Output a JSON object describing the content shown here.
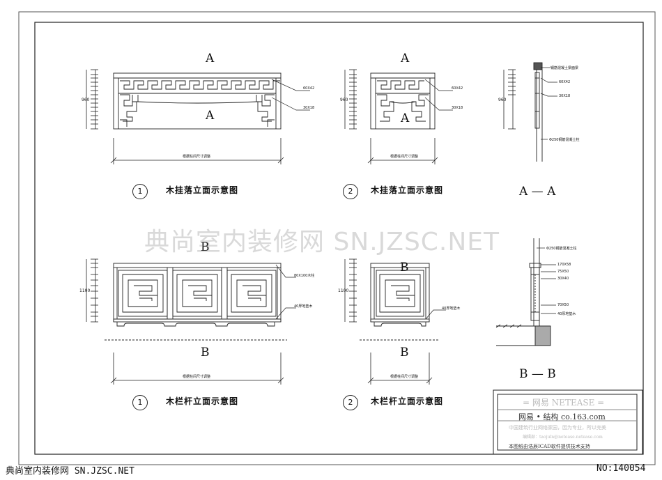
{
  "sections": {
    "A_top": "A",
    "A_bottom": "A",
    "A_top_2": "A",
    "A_bottom_2": "A",
    "B_top": "B",
    "B_bottom": "B",
    "B_top_2": "B",
    "B_bottom_2": "B",
    "AA_label": "A — A",
    "BB_label": "B — B"
  },
  "drawings": [
    {
      "num": "1",
      "title": "木挂落立面示意图"
    },
    {
      "num": "2",
      "title": "木挂落立面示意图"
    },
    {
      "num": "1",
      "title": "木栏杆立面示意图"
    },
    {
      "num": "2",
      "title": "木栏杆立面示意图"
    }
  ],
  "dimension_note": "根据柱间尺寸调整",
  "callouts": {
    "hanging1": [
      "60X42",
      "30X18"
    ],
    "hanging2": [
      "60X42",
      "30X18"
    ],
    "railing1": [
      "80X100木柱",
      "40厚地垫木"
    ],
    "railing2": [
      "40厚地垫木"
    ],
    "section_aa": [
      "钢筋混凝土梁面梁",
      "60X42",
      "30X18",
      "Φ250钢筋混凝土柱"
    ],
    "section_bb": [
      "Φ250钢筋混凝土柱",
      "170X58",
      "75X50",
      "30X40",
      "70X50",
      "40厚地垫木"
    ]
  },
  "dims": {
    "hanging_height": "960",
    "railing_height": "1100"
  },
  "title_block": {
    "brand": "= 网易  NETEASE =",
    "line2": "网易 • 结构    co.163.com",
    "line3": "中国建筑行业网络家园，因为专业，所以完美",
    "line4": "编辑部：taojuln@netease.netease.com",
    "line5": "本图纸由浩辰ICAD软件提供技术支持"
  },
  "watermark": "典尚室内装修网 SN.JZSC.NET",
  "footer_left": "典尚室内装修网 SN.JZSC.NET",
  "footer_right": "NO:140054"
}
